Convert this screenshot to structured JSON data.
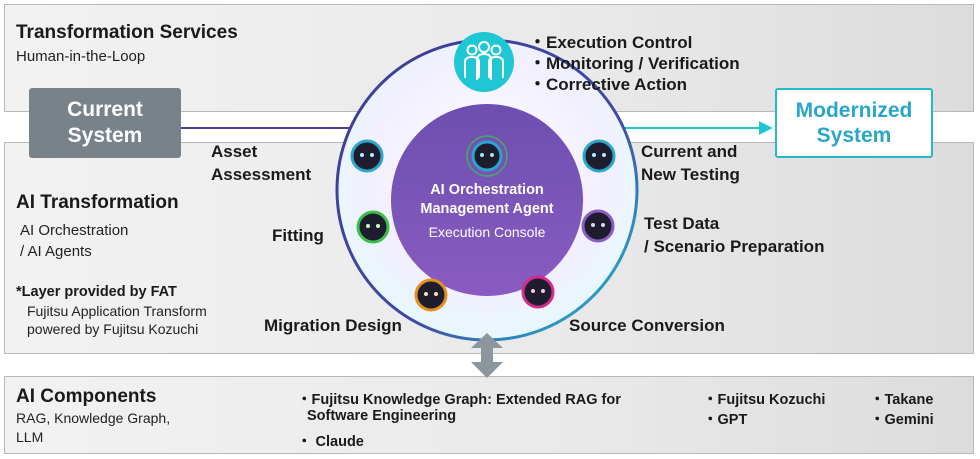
{
  "transformation_services": {
    "title": "Transformation Services",
    "subtitle": "Human-in-the-Loop"
  },
  "services_bullets": [
    "・Execution Control",
    "・Monitoring / Verification",
    "・Corrective Action"
  ],
  "current_system": {
    "line1": "Current",
    "line2": "System"
  },
  "modernized_system": {
    "line1": "Modernized",
    "line2": "System"
  },
  "ai_transformation": {
    "title": "AI Transformation",
    "line1": "AI Orchestration",
    "line2": "/ AI Agents",
    "note_title": "*Layer provided by FAT",
    "note_line1": "Fujitsu Application Transform",
    "note_line2": "powered by Fujitsu Kozuchi"
  },
  "orchestration": {
    "line1": "AI Orchestration",
    "line2": "Management Agent",
    "line3": "Execution Console"
  },
  "stages": {
    "asset_line1": "Asset",
    "asset_line2": "Assessment",
    "fitting": "Fitting",
    "migration": "Migration Design",
    "source": "Source Conversion",
    "testing_line1": "Current and",
    "testing_line2": "New Testing",
    "testdata_line1": "Test Data",
    "testdata_line2": "/ Scenario Preparation"
  },
  "ai_components": {
    "title": "AI Components",
    "line1": "RAG, Knowledge Graph,",
    "line2": "LLM",
    "item1_line1": "・Fujitsu Knowledge Graph: Extended RAG for",
    "item1_line2": "Software Engineering",
    "item2": "・ Claude",
    "item3": "・Fujitsu Kozuchi",
    "item4": "・GPT",
    "item5": "・Takane",
    "item6": "・Gemini"
  },
  "colors": {
    "ring_border": "#4a3f98",
    "inner_circle": "#7553b0",
    "accent_teal": "#1fc7d4",
    "agent_teal": "#2aa6c9",
    "agent_green": "#3cc04a",
    "agent_orange": "#e3901f",
    "agent_magenta": "#d32a8c",
    "agent_purple": "#8a5cc4"
  }
}
